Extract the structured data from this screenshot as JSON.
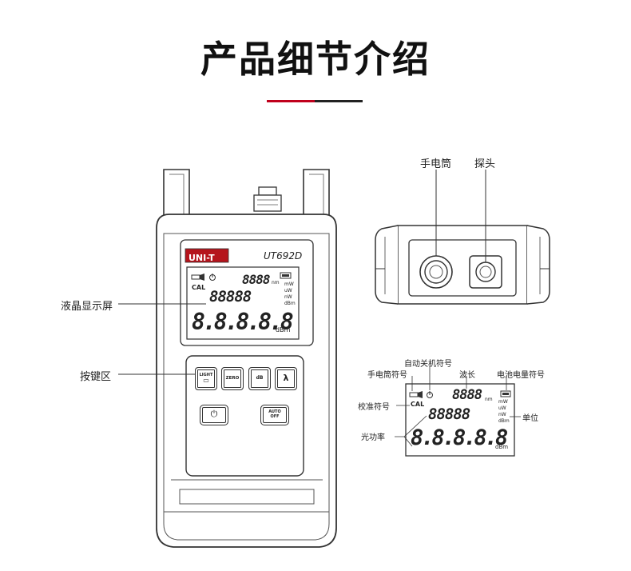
{
  "title": "产品细节介绍",
  "device": {
    "brand": "UNI-T",
    "model": "UT692D",
    "buttons": {
      "light": "LIGHT",
      "zero": "ZERO",
      "db": "dB",
      "lambda": "λ",
      "auto_off_line1": "AUTO",
      "auto_off_line2": "OFF"
    },
    "lcd": {
      "cal": "CAL",
      "wavelength_digits": "8888",
      "power_small_digits": "88888",
      "power_big_digits": "8.8.8.8.8",
      "unit_nm": "nm",
      "unit_mw": "mW",
      "unit_uw": "uW",
      "unit_nw": "nW",
      "unit_dbm": "dBm",
      "unit_dbm_big": "dBm"
    }
  },
  "callouts": {
    "lcd_screen": "液晶显示屏",
    "keypad": "按键区",
    "flashlight": "手电筒",
    "probe": "探头"
  },
  "lcd_detail": {
    "flashlight_symbol": "手电筒符号",
    "auto_off_symbol": "自动关机符号",
    "wavelength": "波长",
    "battery_symbol": "电池电量符号",
    "cal_symbol": "校准符号",
    "unit": "单位",
    "optical_power": "光功率",
    "cal": "CAL",
    "wavelength_digits": "8888",
    "power_small_digits": "88888",
    "power_big_digits": "8.8.8.8.8",
    "unit_nm": "nm",
    "unit_mw": "mW",
    "unit_uw": "uW",
    "unit_nw": "nW",
    "unit_dbm": "dBm",
    "unit_dbm_big": "dBm"
  },
  "colors": {
    "accent": "#c0001c",
    "brand_badge": "#b5141c",
    "outline": "#333333"
  }
}
